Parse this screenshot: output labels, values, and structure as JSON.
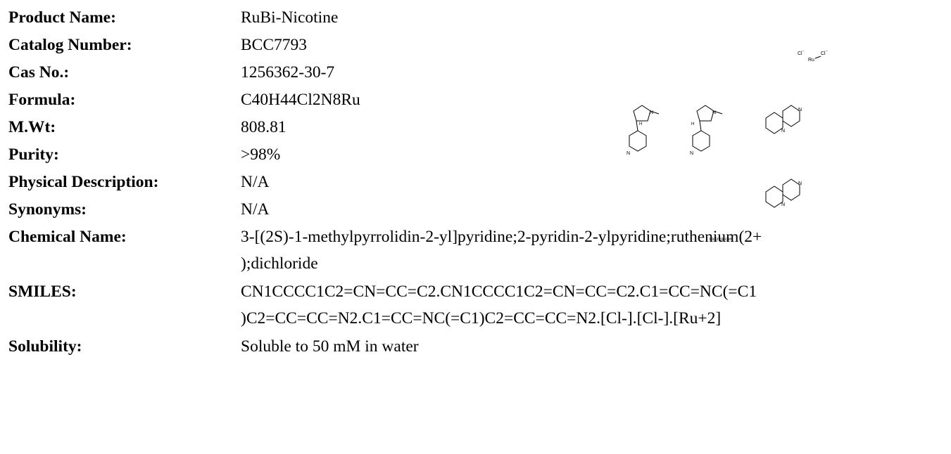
{
  "fields": [
    {
      "label": "Product Name:",
      "value": "RuBi-Nicotine"
    },
    {
      "label": "Catalog Number:",
      "value": "BCC7793"
    },
    {
      "label": "Cas No.:",
      "value": "1256362-30-7"
    },
    {
      "label": "Formula:",
      "value": "C40H44Cl2N8Ru"
    },
    {
      "label": "M.Wt:",
      "value": "808.81"
    },
    {
      "label": "Purity:",
      "value": ">98%"
    },
    {
      "label": "Physical Description:",
      "value": "N/A"
    },
    {
      "label": "Synonyms:",
      "value": "N/A"
    },
    {
      "label": "Chemical Name:",
      "value_lines": [
        "3-[(2S)-1-methylpyrrolidin-2-yl]pyridine;2-pyridin-2-ylpyridine;ruthenium(2+",
        ");dichloride"
      ]
    },
    {
      "label": "SMILES:",
      "value_lines": [
        "CN1CCCC1C2=CN=CC=C2.CN1CCCC1C2=CN=CC=C2.C1=CC=NC(=C1",
        ")C2=CC=CC=N2.C1=CC=NC(=C1)C2=CC=CC=N2.[Cl-].[Cl-].[Ru+2]"
      ]
    },
    {
      "label": "Solubility:",
      "value": "Soluble to 50 mM in water"
    }
  ],
  "structure": {
    "atom_labels": {
      "cl": "Cl",
      "ru": "Ru",
      "n": "N",
      "h": "H",
      "minus": "−"
    },
    "watermark": "biocrick.com"
  }
}
